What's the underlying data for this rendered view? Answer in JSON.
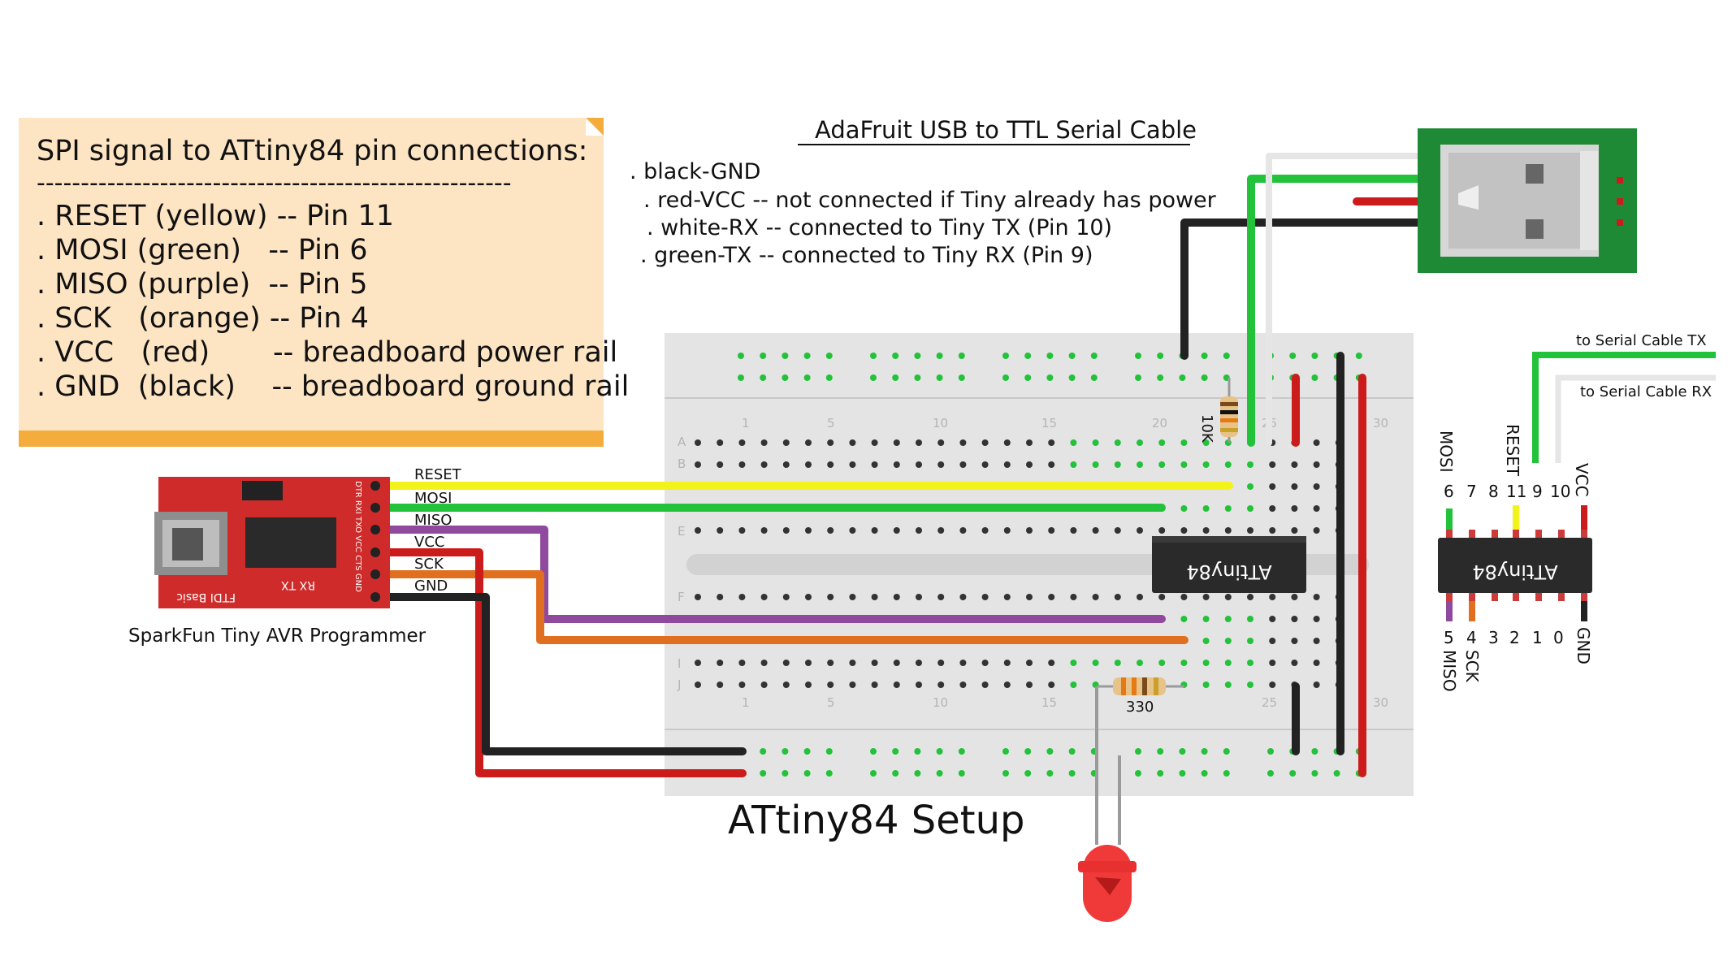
{
  "note": {
    "title": "SPI signal to ATtiny84 pin connections:",
    "separator": "------------------------------------------------------",
    "lines": [
      ". RESET (yellow) -- Pin 11",
      ". MOSI (green)   -- Pin 6",
      ". MISO (purple)  -- Pin 5",
      ". SCK   (orange) -- Pin 4",
      ". VCC   (red)       -- breadboard power rail",
      ". GND  (black)    -- breadboard ground rail"
    ]
  },
  "serial_cable": {
    "title": "AdaFruit USB to TTL Serial Cable",
    "lines": [
      ". black-GND",
      ". red-VCC -- not connected if Tiny already has power",
      ". white-RX -- connected to Tiny TX (Pin 10)",
      ". green-TX -- connected to Tiny RX  (Pin 9)"
    ]
  },
  "programmer": {
    "caption": "SparkFun Tiny AVR Programmer",
    "silkscreen": "FTDI Basic",
    "rx_tx": "RX   TX",
    "header_pins": "DTR RXI TXO VCC CTS GND",
    "pin_labels": [
      "RESET",
      "MOSI",
      "MISO",
      "VCC",
      "SCK",
      "GND"
    ]
  },
  "breadboard": {
    "title": "ATtiny84 Setup",
    "col_numbers": [
      "1",
      "5",
      "10",
      "15",
      "20",
      "25",
      "30"
    ],
    "row_letters": [
      "A",
      "B",
      "E",
      "F",
      "I",
      "J"
    ],
    "chip_label": "ATtiny84",
    "resistor_10k": "10K",
    "resistor_330": "330"
  },
  "pinout": {
    "chip_label": "ATtiny84",
    "top_pins": [
      "6",
      "7",
      "8",
      "11",
      "9",
      "10"
    ],
    "bottom_pins": [
      "5",
      "4",
      "3",
      "2",
      "1",
      "0"
    ],
    "top_names": [
      "MOSI",
      "RESET",
      "VCC"
    ],
    "bottom_names": [
      "MISO",
      "SCK",
      "GND"
    ],
    "tx_label": "to Serial Cable TX",
    "rx_label": "to Serial Cable RX"
  },
  "colors": {
    "yellow": "#f3f31c",
    "green": "#22c33a",
    "purple": "#8f4a9e",
    "orange": "#e07020",
    "red": "#cc1b1b",
    "black": "#222222",
    "white": "#e6e6e6",
    "board_red": "#cf2b2b",
    "pcb_green": "#1f8a36",
    "breadboard": "#e4e4e4"
  }
}
